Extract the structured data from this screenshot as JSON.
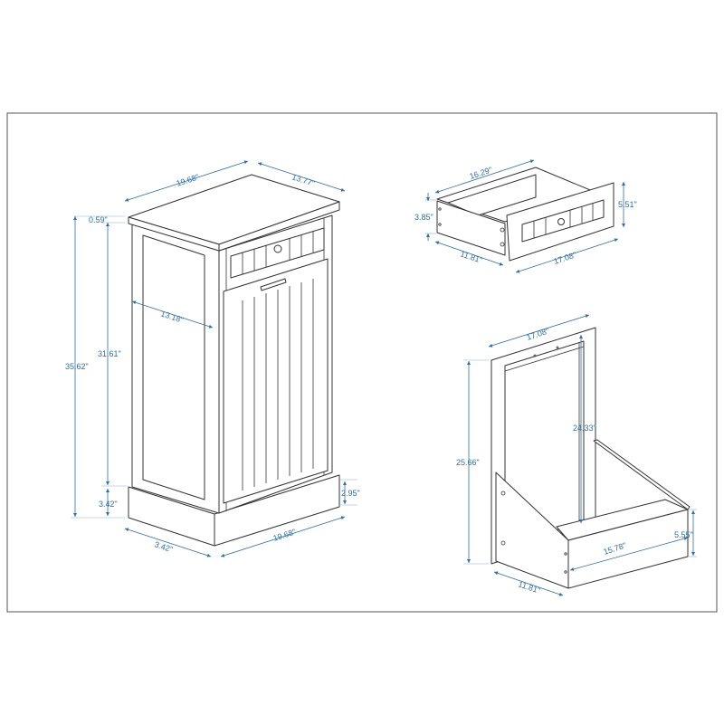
{
  "colors": {
    "dimension": "#2f6ea5",
    "line_art": "#333333",
    "frame": "#555555"
  },
  "cabinet": {
    "top_width": "19.68\"",
    "top_depth": "13.77\"",
    "top_thickness": "0.59\"",
    "total_height": "35.62\"",
    "body_height": "31.61\"",
    "side_depth": "13.18\"",
    "base_height": "3.42\"",
    "front_base_height": "2.95\"",
    "base_depth": "3.42\"",
    "base_width": "19.68\""
  },
  "drawer": {
    "width": "16.29\"",
    "side_height": "3.85\"",
    "front_height": "5.51\"",
    "depth": "11.81\"",
    "front_width": "17.08\""
  },
  "bin": {
    "width": "17.08\"",
    "total_height": "25.66\"",
    "inner_height": "24.33\"",
    "front_height": "5.55\"",
    "front_width": "15.78\"",
    "depth": "11.81\""
  }
}
